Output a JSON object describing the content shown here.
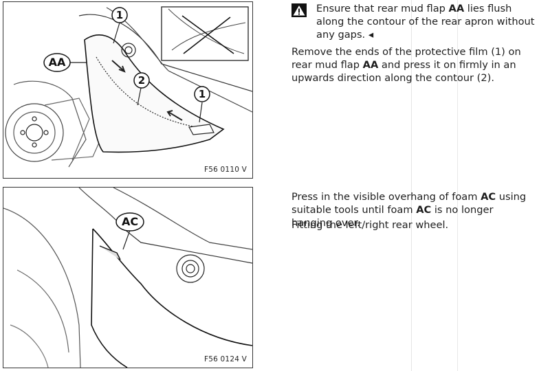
{
  "figures": [
    {
      "code": "F56 0110 V",
      "callouts": {
        "aa": "AA",
        "one_top": "1",
        "two": "2",
        "one_right": "1"
      }
    },
    {
      "code": "F56 0124 V",
      "callouts": {
        "ac": "AC"
      }
    }
  ],
  "warning": {
    "icon": "warning-triangle-icon",
    "part1": "Ensure that rear mud flap ",
    "bold1": "AA",
    "part2": " lies flush along the contour of the rear apron without any gaps. ",
    "end_mark": "◂"
  },
  "step1": {
    "part1": "Remove the ends of the protective film (1) on rear mud flap ",
    "bold1": "AA",
    "part2": " and press it on firmly in an upwards direction along the contour (2)."
  },
  "step2": {
    "part1": "Press in the visible overhang of foam ",
    "bold1": "AC",
    "part2": " using suitable tools until foam ",
    "bold2": "AC",
    "part3": " is no longer hanging over."
  },
  "step3": {
    "text": "Fitting the left/right rear wheel."
  }
}
